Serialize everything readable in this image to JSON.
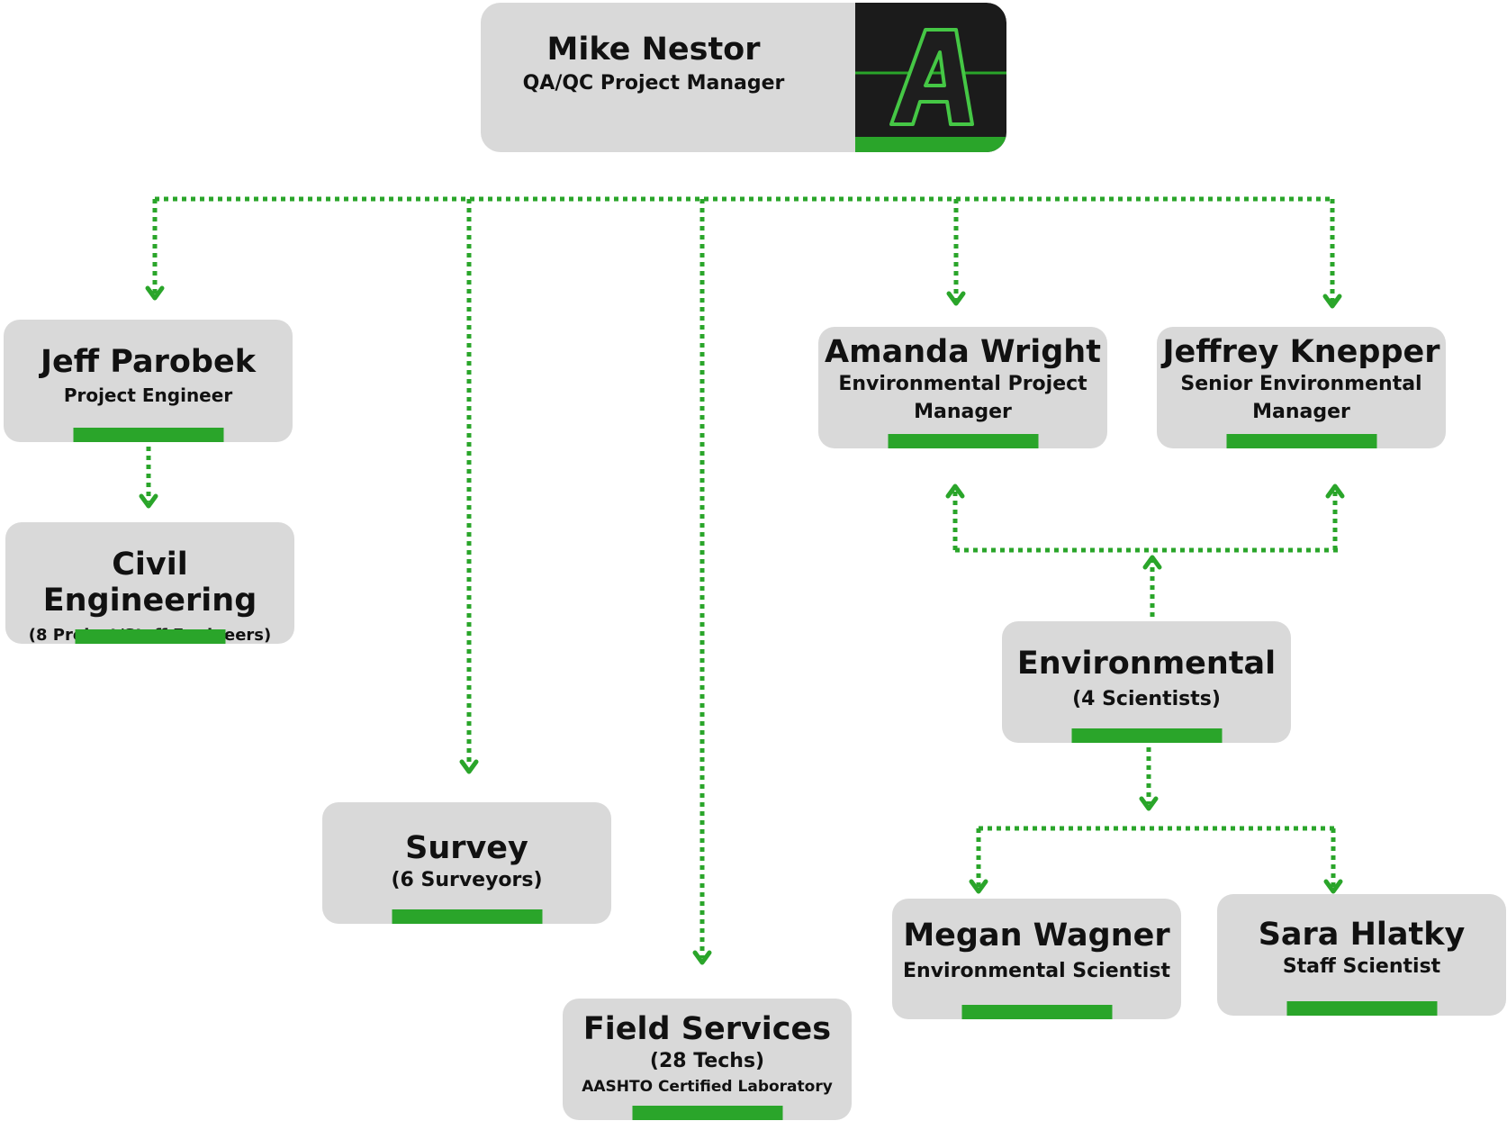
{
  "colors": {
    "accent": "#2aa52a",
    "box": "#d9d9d9",
    "text": "#111111",
    "logo_bg": "#1b1b1b"
  },
  "top": {
    "name": "Mike Nestor",
    "title": "QA/QC Project Manager",
    "logo_icon": "a-logo-icon"
  },
  "jeff": {
    "name": "Jeff Parobek",
    "title": "Project Engineer"
  },
  "civil": {
    "name": "Civil Engineering",
    "detail": "(8 Project/Staff Engineers)"
  },
  "survey": {
    "name": "Survey",
    "detail": "(6 Surveyors)"
  },
  "field": {
    "name": "Field Services",
    "detail": "(28 Techs)",
    "note": "AASHTO Certified Laboratory"
  },
  "amanda": {
    "name": "Amanda Wright",
    "title_line1": "Environmental Project",
    "title_line2": "Manager"
  },
  "jeffrey": {
    "name": "Jeffrey Knepper",
    "title_line1": "Senior Environmental",
    "title_line2": "Manager"
  },
  "environmental": {
    "name": "Environmental",
    "detail": "(4 Scientists)"
  },
  "megan": {
    "name": "Megan Wagner",
    "title": "Environmental Scientist"
  },
  "sara": {
    "name": "Sara Hlatky",
    "title": "Staff Scientist"
  }
}
